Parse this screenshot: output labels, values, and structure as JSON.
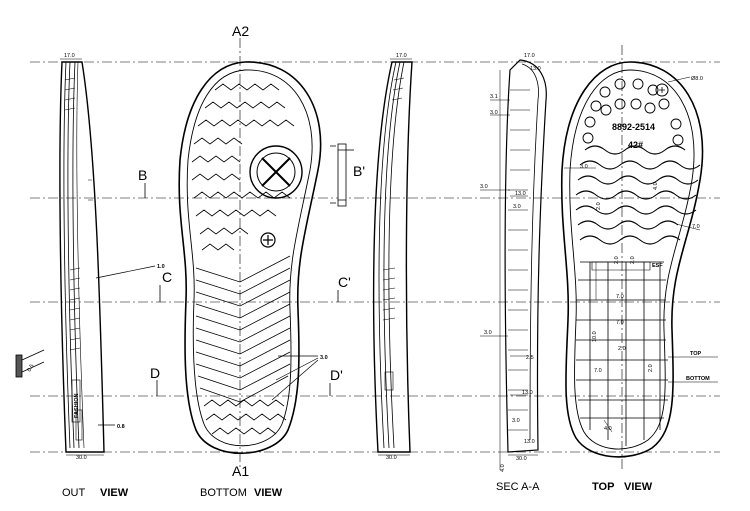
{
  "captions": {
    "out_view_a": "OUT",
    "out_view_b": "VIEW",
    "bottom_view_a": "BOTTOM",
    "bottom_view_b": "VIEW",
    "section_view": "SEC A-A",
    "top_view_a": "TOP",
    "top_view_b": "VIEW"
  },
  "section_marks": {
    "a1": "A1",
    "a2": "A2",
    "b": "B",
    "b_prime": "B'",
    "c": "C",
    "c_prime": "C'",
    "d": "D",
    "d_prime": "D'"
  },
  "callouts": {
    "rib_1_0": "1.0",
    "rib_0_8": "0.8",
    "tread_3_0": "3.0",
    "side_0_5": "0.5",
    "side_text": "FASHION"
  },
  "top_view": {
    "model_code": "8892-2514",
    "size": "42#",
    "hole_dia": "Ø8.0",
    "tag_top": "TOP",
    "tag_bottom": "BOTTOM",
    "tag_esf": "ESF"
  },
  "dimensions": {
    "out_width_top": "17.0",
    "out_width_bottom": "30.0",
    "inner_width_top": "17.0",
    "inner_width_bottom": "30.0",
    "sec_width_top": "17.0",
    "sec_top_inner": "13.0",
    "sec_width_bottom": "30.0",
    "sec_bottom_inner": "13.0",
    "sec_heel_h": "4.0",
    "sec_list": [
      "3.1",
      "3.0",
      "3.0",
      "13.0",
      "3.0",
      "3.0",
      "2.5",
      "13.0",
      "3.0"
    ],
    "top_list": [
      "3.0",
      "2.0",
      "4.0",
      "7.0",
      "2.0",
      "2.0",
      "7.0",
      "7.0",
      "10.0",
      "2.0",
      "7.0",
      "2.0",
      "4.0"
    ]
  }
}
